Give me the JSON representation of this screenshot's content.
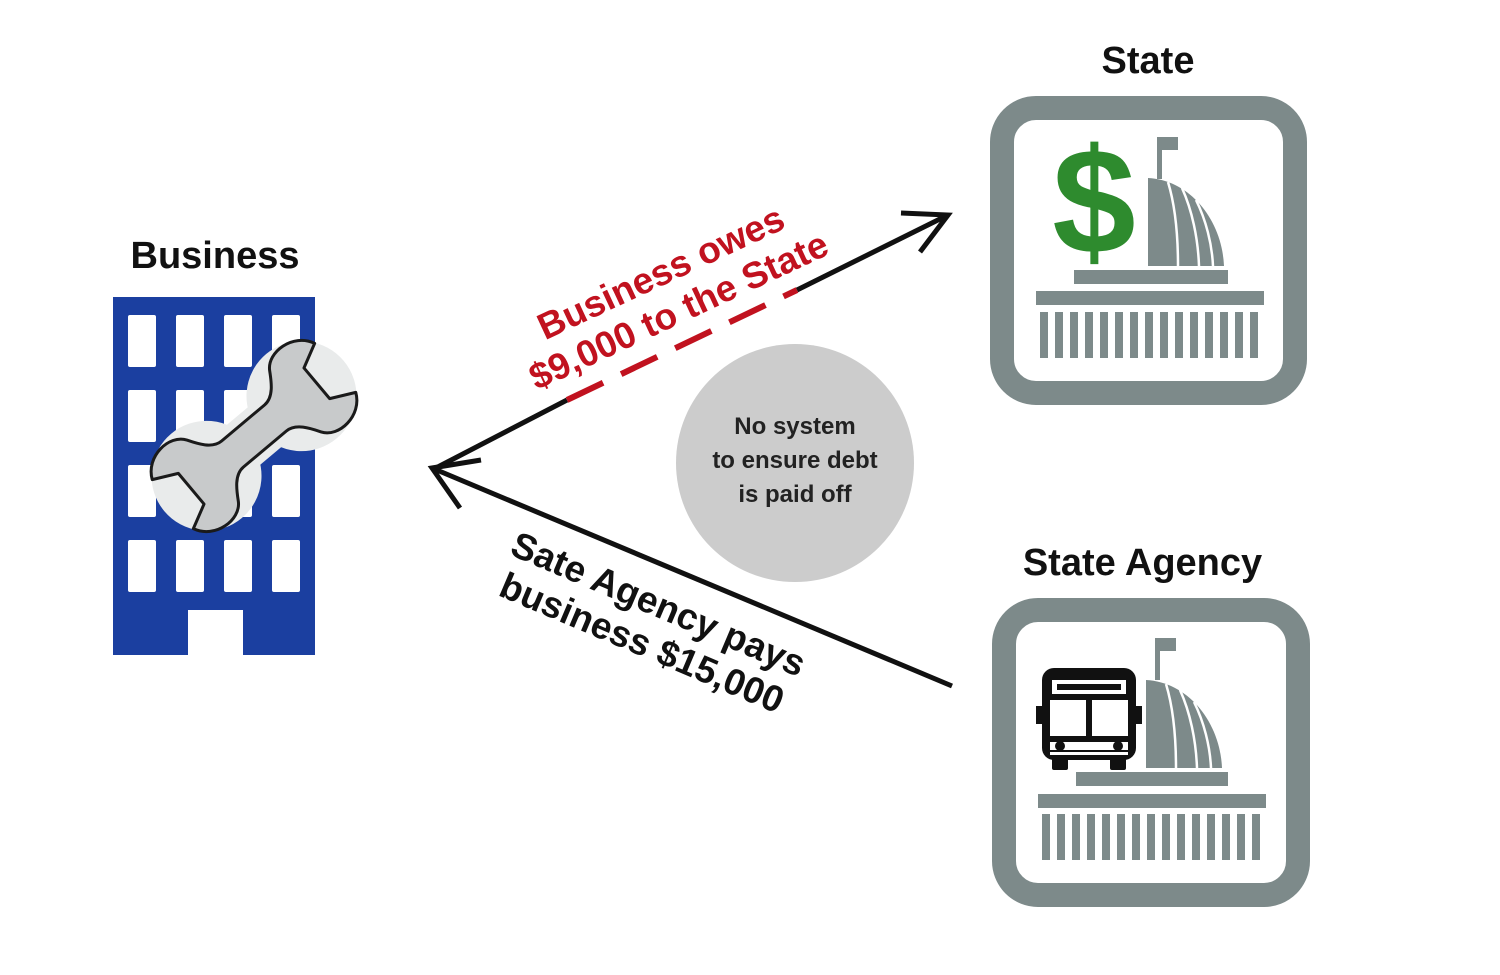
{
  "nodes": {
    "business": {
      "label": "Business"
    },
    "state": {
      "label": "State"
    },
    "state_agency": {
      "label": "State Agency"
    }
  },
  "center_note": {
    "line1": "No system",
    "line2": "to ensure debt",
    "line3": "is paid off"
  },
  "edges": {
    "debt": {
      "line1": "Business owes",
      "line2": "$9,000 to the State"
    },
    "payment": {
      "line1": "Sate Agency pays",
      "line2": "business $15,000"
    }
  },
  "icons": {
    "money_symbol": "$"
  },
  "colors": {
    "building_blue": "#1b3fa0",
    "wrench_gray": "#c8cacb",
    "seal_gray": "#7d8a8a",
    "dollar_green": "#2e8b2e",
    "debt_red": "#c1121f",
    "bubble_gray": "#cccccc",
    "line_black": "#111111"
  }
}
